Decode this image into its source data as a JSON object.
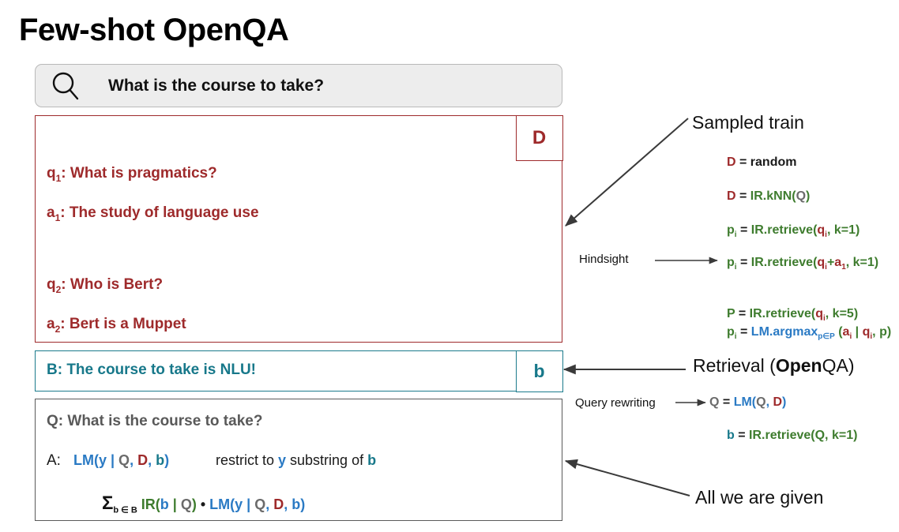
{
  "page": {
    "title": "Few-shot OpenQA"
  },
  "search": {
    "icon": "search-icon",
    "query": "What is the course to take?"
  },
  "demo_box": {
    "badge": "D",
    "lines": [
      {
        "label": "q",
        "sub": "1",
        "text": ": What is pragmatics?"
      },
      {
        "label": "a",
        "sub": "1",
        "text": ": The study of language use"
      },
      {
        "label": "q",
        "sub": "2",
        "text": ": Who is Bert?"
      },
      {
        "label": "a",
        "sub": "2",
        "text": ": Bert is a  Muppet"
      }
    ],
    "color": "#9e2a2b"
  },
  "belief_box": {
    "text": "B: The course to take is NLU!",
    "badge": "b",
    "color": "#17788a"
  },
  "prompt_box": {
    "question": "Q: What is the course to take?",
    "answer_label": "A:",
    "answer_expr": {
      "lm_open": "LM(",
      "y": "y",
      "bar1": " | ",
      "Q": "Q",
      "comma1": ", ",
      "D": "D",
      "comma2": ", ",
      "b": "b",
      "close": ")"
    },
    "answer_note": {
      "pre": "restrict to ",
      "y": "y",
      "mid": " substring of ",
      "b": "b"
    },
    "sum_expr": {
      "sigma": "Σ",
      "sigma_sub": "b ∈ B",
      "ir_open": "IR(",
      "ir_b": "b",
      "bar1": " | ",
      "ir_Q": "Q",
      "ir_close": ")",
      "dot": " • ",
      "lm_open": "LM(",
      "lm_y": "y",
      "bar2": " | ",
      "lm_Q": "Q",
      "comma1": ", ",
      "lm_D": "D",
      "comma2": ", ",
      "lm_b": "b",
      "lm_close": ")"
    },
    "color": "#595959"
  },
  "annotations": {
    "sampled_train": "Sampled train",
    "retrieval_pre": "Retrieval (",
    "retrieval_bold": "Open",
    "retrieval_post": "QA)",
    "all_we_are_given": "All we are given",
    "hindsight": "Hindsight",
    "query_rewriting": "Query rewriting"
  },
  "formulas": {
    "d_random": {
      "lhs": "D",
      "rhs": " = random"
    },
    "d_knn": {
      "lhs": "D",
      "eq": " = ",
      "fn": "IR.kNN(",
      "arg": "Q",
      "close": ")"
    },
    "p_retrieve_q": {
      "lhs": "p",
      "lhs_sub": "i",
      "eq": " = ",
      "fn": "IR.retrieve(",
      "arg": "q",
      "arg_sub": "i",
      "tail": ", k=1)"
    },
    "p_retrieve_qa": {
      "lhs": "p",
      "lhs_sub": "i",
      "eq": " = ",
      "fn": "IR.retrieve(",
      "arg1": "q",
      "arg1_sub": "i",
      "plus": "+",
      "arg2": "a",
      "arg2_sub": "1",
      "tail": ", k=1)"
    },
    "P_retrieve_k5": {
      "lhs": "P",
      "eq": "  = ",
      "fn": "IR.retrieve(",
      "arg": "q",
      "arg_sub": "i",
      "tail": ", k=5)"
    },
    "p_argmax": {
      "lhs": "p",
      "lhs_sub": "i",
      "eq": " = ",
      "fn": "LM.argmax",
      "fn_sub": "p∈P",
      "open": " (",
      "a": "a",
      "a_sub": "i",
      "bar": " | ",
      "q": "q",
      "q_sub": "i",
      "comma": ", ",
      "p": "p",
      "close": ")"
    },
    "q_rewrite": {
      "lhs": "Q",
      "eq": " = ",
      "fn": "LM(",
      "arg1": "Q",
      "comma": ", ",
      "arg2": "D",
      "close": ")"
    },
    "b_retrieve": {
      "lhs": "b",
      "eq": " = ",
      "fn": "IR.retrieve(Q, k=1)"
    }
  },
  "colors": {
    "red": "#9e2a2b",
    "teal": "#17788a",
    "green": "#3e7c2e",
    "blue": "#2a7ac4",
    "gray": "#6b6b6b",
    "dark_gray": "#595959",
    "search_bg": "#ededed"
  }
}
